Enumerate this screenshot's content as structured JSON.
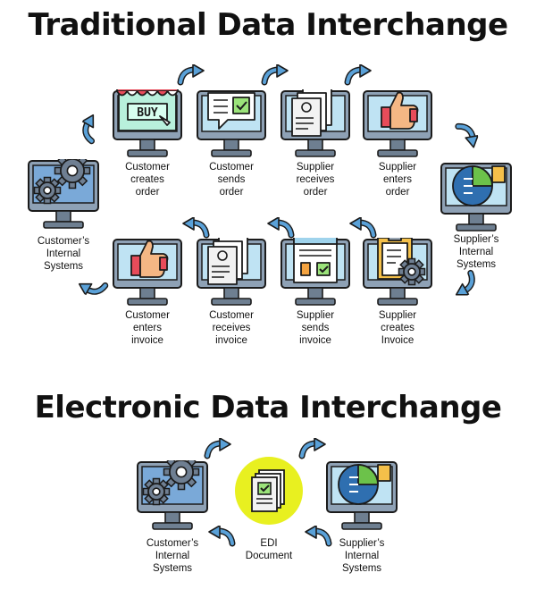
{
  "titles": {
    "traditional": "Traditional Data Interchange",
    "electronic": "Electronic Data Interchange"
  },
  "colors": {
    "outline": "#1b1b1b",
    "screen": "#bfe3f3",
    "screen_dark": "#7aa9d8",
    "bezel": "#8ea1b5",
    "stand": "#6e7f91",
    "arrow": "#5aa1d8",
    "highlight": "#e8f020"
  },
  "traditional": {
    "top_row": [
      {
        "icon": "shop-buy-icon",
        "lines": [
          "Customer",
          "creates",
          "order"
        ],
        "shop_label": "BUY"
      },
      {
        "icon": "chat-check-icon",
        "lines": [
          "Customer",
          "sends",
          "order"
        ]
      },
      {
        "icon": "documents-icon",
        "lines": [
          "Supplier",
          "receives",
          "order"
        ]
      },
      {
        "icon": "thumbs-up-icon",
        "lines": [
          "Supplier",
          "enters",
          "order"
        ]
      }
    ],
    "bottom_row": [
      {
        "icon": "thumbs-up-icon",
        "lines": [
          "Customer",
          "enters",
          "invoice"
        ]
      },
      {
        "icon": "documents-icon",
        "lines": [
          "Customer",
          "receives",
          "invoice"
        ]
      },
      {
        "icon": "invoice-check-icon",
        "lines": [
          "Supplier",
          "sends",
          "invoice"
        ]
      },
      {
        "icon": "clipboard-gear-icon",
        "lines": [
          "Supplier",
          "creates",
          "Invoice"
        ]
      }
    ],
    "left": {
      "icon": "gears-icon",
      "lines": [
        "Customer’s",
        "Internal",
        "Systems"
      ]
    },
    "right": {
      "icon": "pie-chart-icon",
      "lines": [
        "Supplier’s",
        "Internal",
        "Systems"
      ]
    }
  },
  "electronic": {
    "left": {
      "icon": "gears-icon",
      "lines": [
        "Customer’s",
        "Internal",
        "Systems"
      ]
    },
    "center": {
      "icon": "edi-document-icon",
      "lines": [
        "EDI",
        "Document"
      ]
    },
    "right": {
      "icon": "pie-chart-icon",
      "lines": [
        "Supplier’s",
        "Internal",
        "Systems"
      ]
    }
  }
}
